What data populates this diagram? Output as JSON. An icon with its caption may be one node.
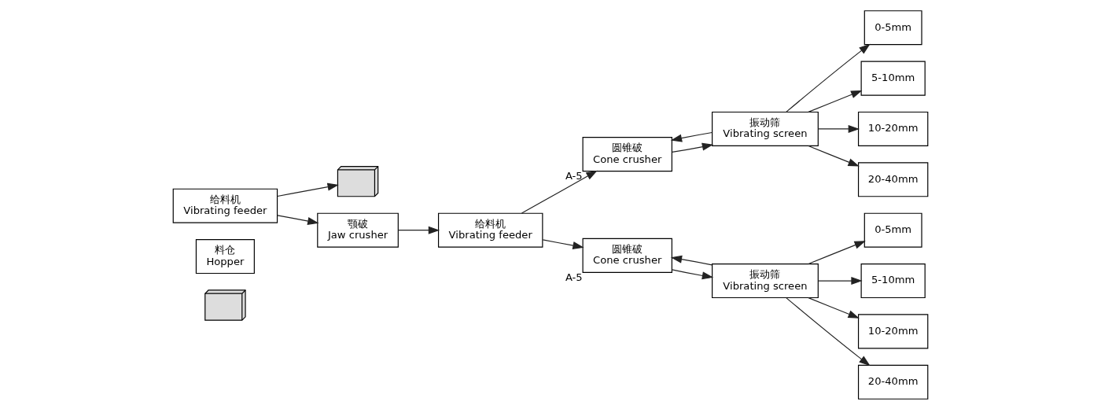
{
  "diagram": {
    "nodes": [
      {
        "text": [],
        "shape": "picture"
      },
      {
        "text": [
          "料仓",
          "Hopper"
        ]
      },
      {
        "text": [
          "给料机",
          "Vibrating feeder"
        ]
      },
      {
        "text": [],
        "shape": "picture"
      },
      {
        "text": [
          "颚破",
          "Jaw crusher"
        ]
      },
      {
        "text": [
          "给料机",
          "Vibrating feeder"
        ]
      },
      {
        "text": [
          "圆锥破",
          "Cone crusher"
        ],
        "beside": [
          "A-5"
        ]
      },
      {
        "text": [
          "圆锥破",
          "Cone crusher"
        ],
        "beside": [
          "A-5"
        ]
      },
      {
        "text": [
          "振动筛",
          "Vibrating screen"
        ]
      },
      {
        "text": [
          "振动筛",
          "Vibrating screen"
        ]
      },
      {
        "text": [
          "0-5mm"
        ]
      },
      {
        "text": [
          "5-10mm"
        ]
      },
      {
        "text": [
          "10-20mm"
        ]
      },
      {
        "text": [
          "20-40mm"
        ]
      },
      {
        "text": [
          "0-5mm"
        ]
      },
      {
        "text": [
          "5-10mm"
        ]
      },
      {
        "text": [
          "10-20mm"
        ]
      },
      {
        "text": [
          "20-40mm"
        ]
      }
    ],
    "edges": [
      {
        "from": 2,
        "to": 3,
        "arrow": "to"
      },
      {
        "from": 2,
        "to": 4,
        "arrow": "to"
      },
      {
        "from": 4,
        "to": 5,
        "arrow": "to"
      },
      {
        "from": 5,
        "to": 6,
        "arrow": "to"
      },
      {
        "from": 5,
        "to": 7,
        "arrow": "to"
      },
      {
        "from": 6,
        "to": 8,
        "arrow": "to"
      },
      {
        "from": 8,
        "to": 6,
        "arrow": "to"
      },
      {
        "from": 7,
        "to": 9,
        "arrow": "to"
      },
      {
        "from": 9,
        "to": 7,
        "arrow": "to"
      },
      {
        "from": 8,
        "to": 10,
        "arrow": "to"
      },
      {
        "from": 8,
        "to": 11,
        "arrow": "to"
      },
      {
        "from": 8,
        "to": 12,
        "arrow": "to"
      },
      {
        "from": 8,
        "to": 13,
        "arrow": "to"
      },
      {
        "from": 9,
        "to": 14,
        "arrow": "to"
      },
      {
        "from": 9,
        "to": 15,
        "arrow": "to"
      },
      {
        "from": 9,
        "to": 16,
        "arrow": "to"
      },
      {
        "from": 9,
        "to": 17,
        "arrow": "to"
      }
    ]
  }
}
